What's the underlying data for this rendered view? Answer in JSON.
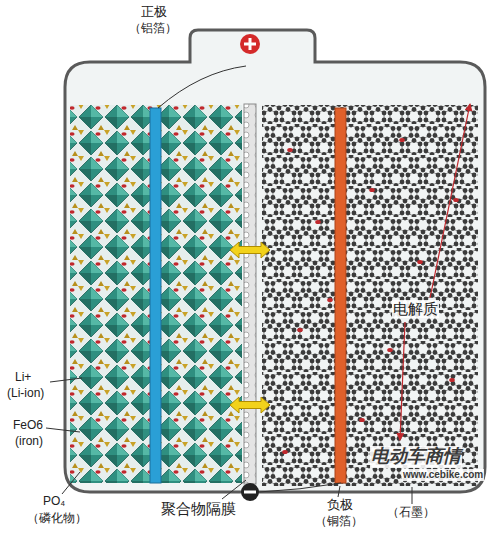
{
  "diagram": {
    "labels": [
      "正极",
      "（铝箔）",
      "Li+",
      "(Li-ion)",
      "FeO6",
      "(iron)",
      "PO₄",
      "（磷化物）",
      "聚合物隔膜",
      "负极",
      "（铜箔）",
      "（石墨）",
      "电解质",
      "电动车商情",
      "www.cebike.com"
    ]
  }
}
